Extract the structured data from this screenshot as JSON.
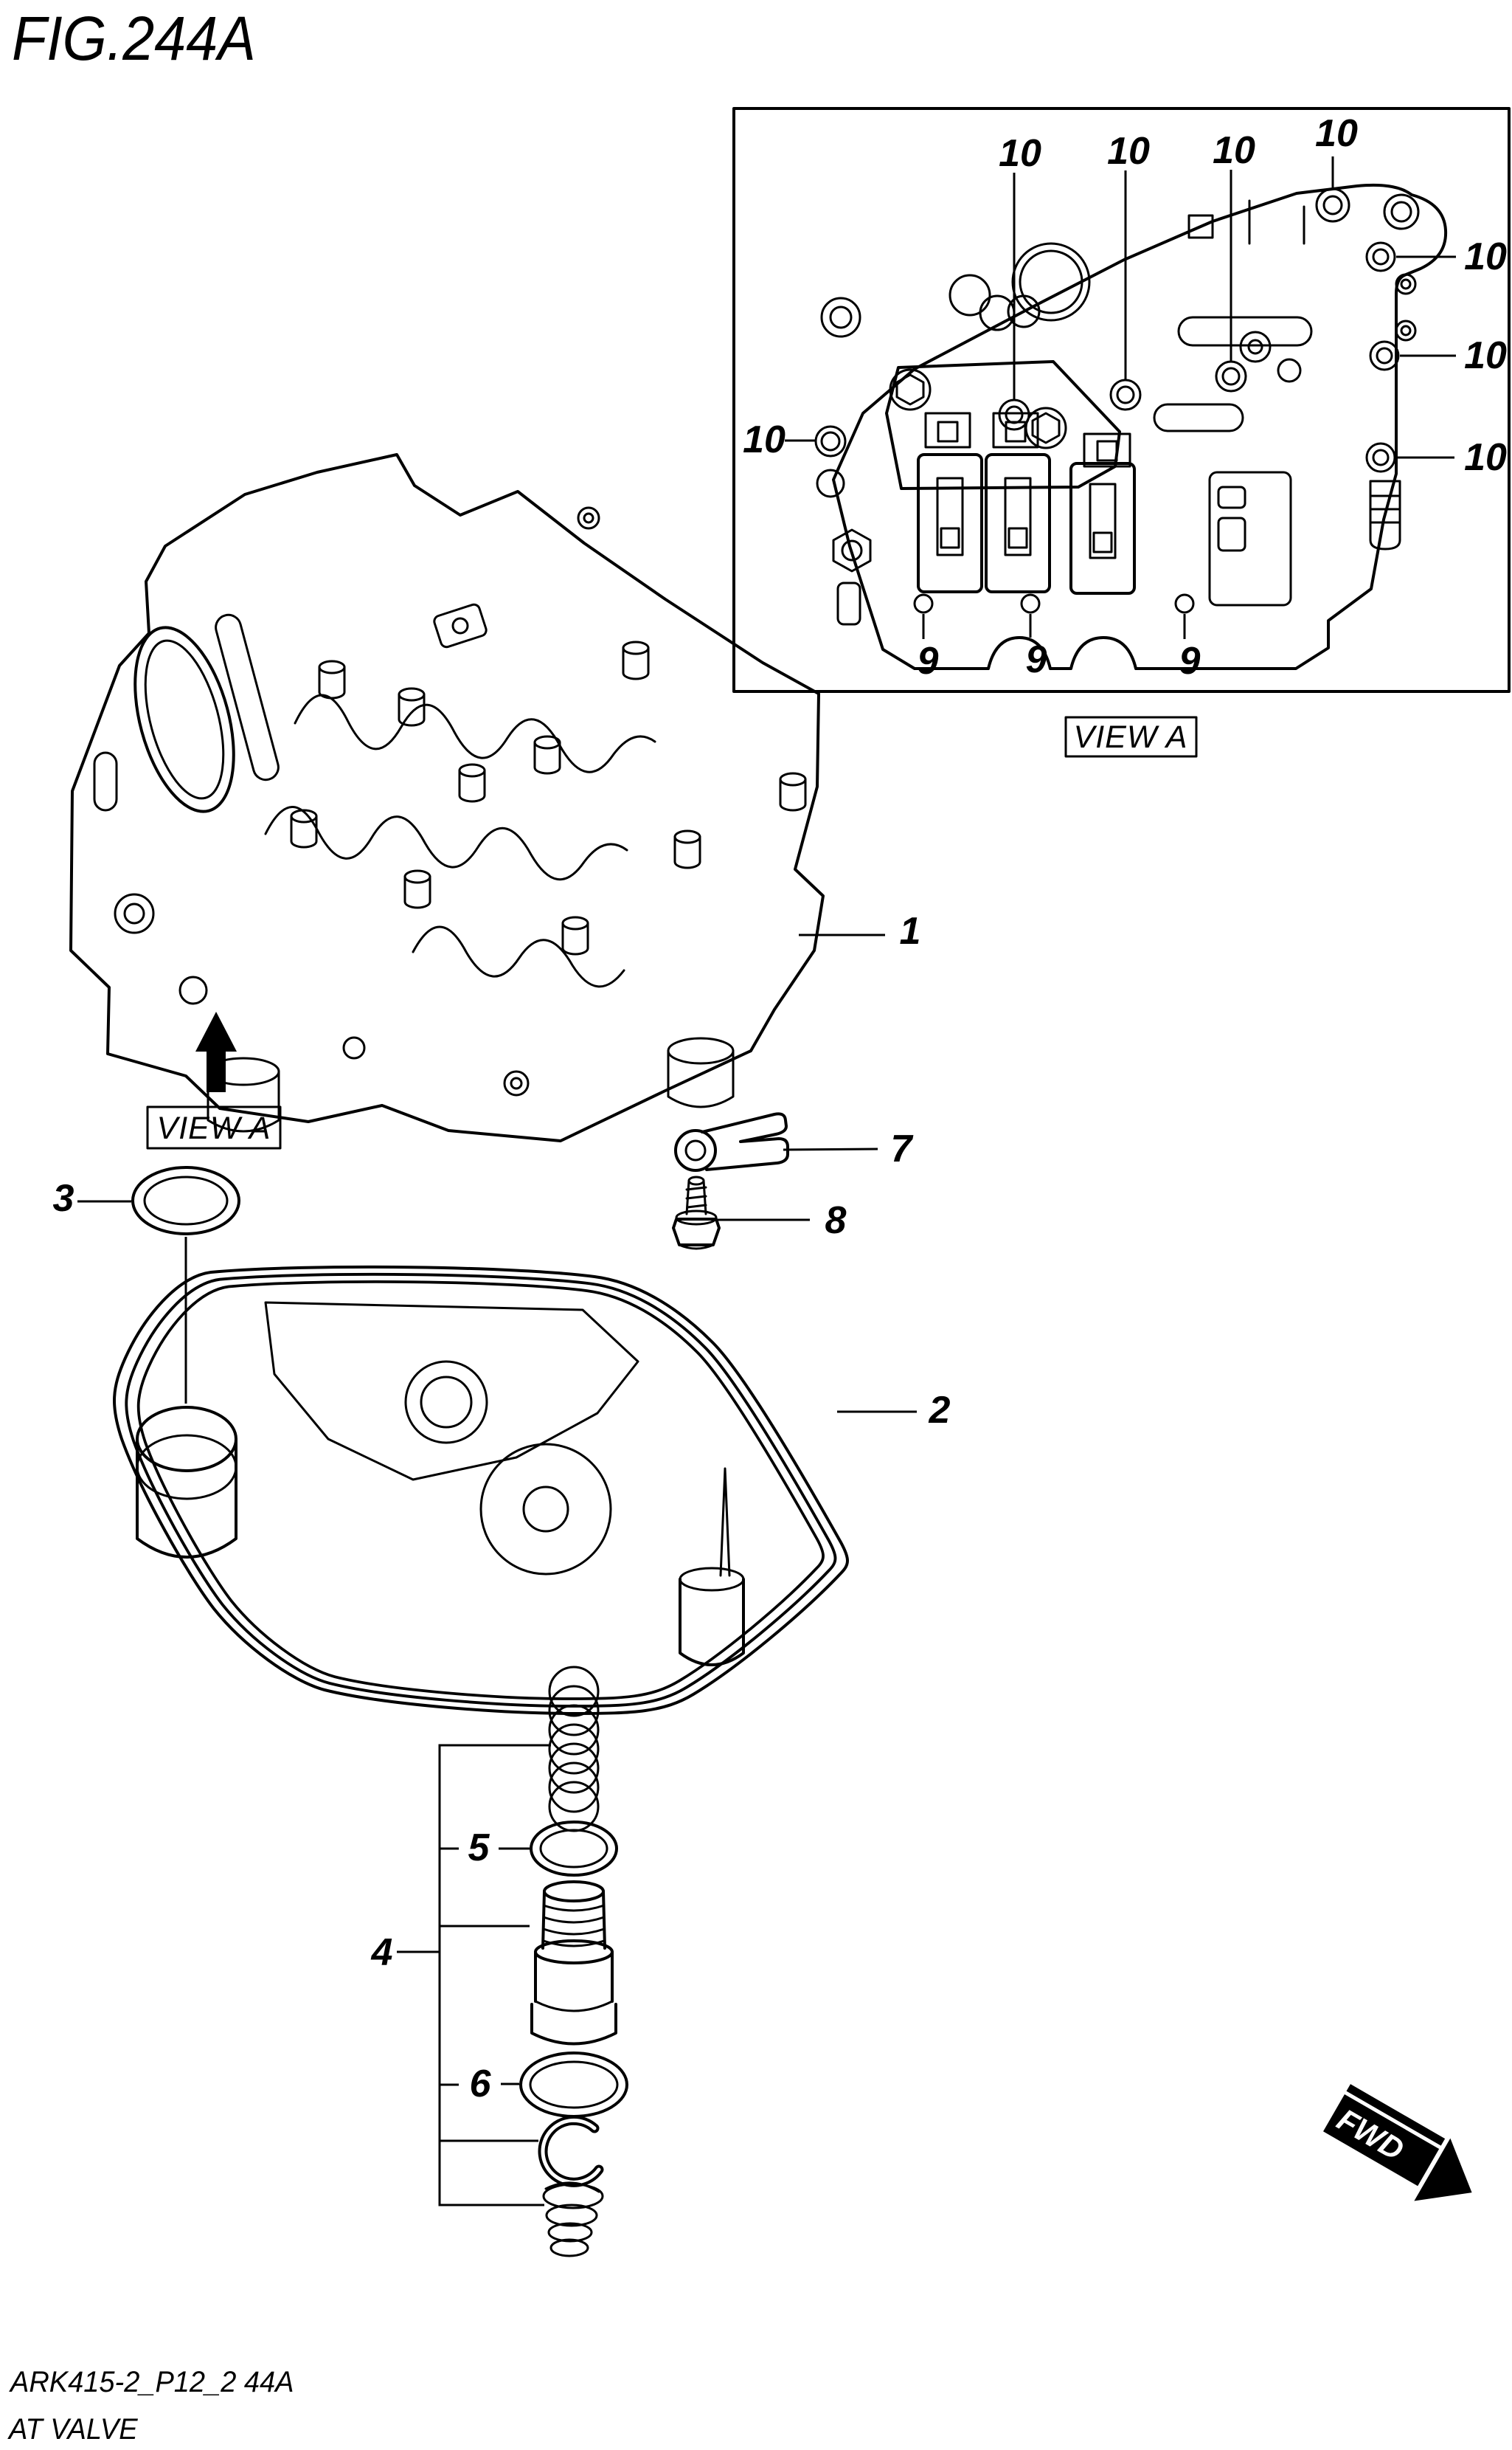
{
  "figure": {
    "title": "FIG.244A"
  },
  "inset": {
    "view_label": "VIEW A",
    "top_labels": [
      "10",
      "10",
      "10",
      "10"
    ],
    "right_labels": [
      "10",
      "10",
      "10"
    ],
    "left_label": "10",
    "bottom_labels": [
      "9",
      "9",
      "9"
    ]
  },
  "main_view": {
    "view_label": "VIEW A"
  },
  "callouts": {
    "c1": "1",
    "c2": "2",
    "c3": "3",
    "c4": "4",
    "c5": "5",
    "c6": "6",
    "c7": "7",
    "c8": "8"
  },
  "fwd": {
    "label": "FWD"
  },
  "footer": {
    "code": "ARK415-2_P12_2 44A",
    "caption": "AT VALVE"
  },
  "colors": {
    "ink": "#000000",
    "paper": "#ffffff"
  }
}
